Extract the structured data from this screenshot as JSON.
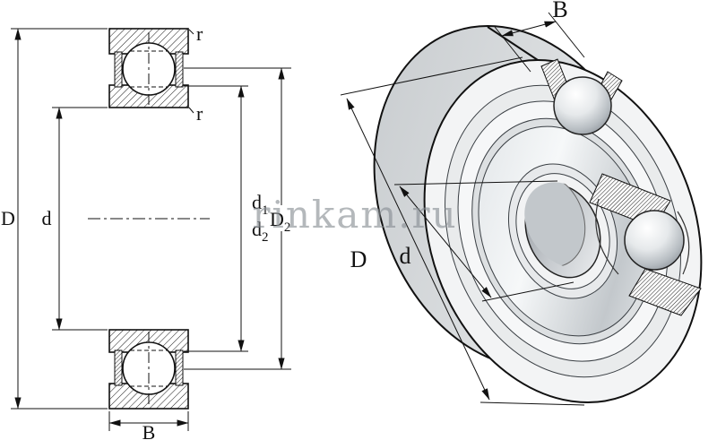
{
  "colors": {
    "background": "#ffffff",
    "ink": "#111111",
    "watermark_gray": "#878d93",
    "metal_light": "#f3f4f5",
    "metal_mid": "#c6cacd"
  },
  "watermark": {
    "text": "rinkam.ru"
  },
  "section_view": {
    "labels": {
      "outer_diameter": "D",
      "bore_diameter": "d",
      "d1": {
        "base": "d",
        "sub": "1"
      },
      "d2": {
        "base": "d",
        "sub": "2"
      },
      "D2": {
        "base": "D",
        "sub": "2"
      },
      "width": "B",
      "radius_outer": "r",
      "radius_inner": "r"
    }
  },
  "perspective_view": {
    "labels": {
      "width": "B",
      "outer_diameter": "D",
      "bore_diameter": "d"
    }
  }
}
